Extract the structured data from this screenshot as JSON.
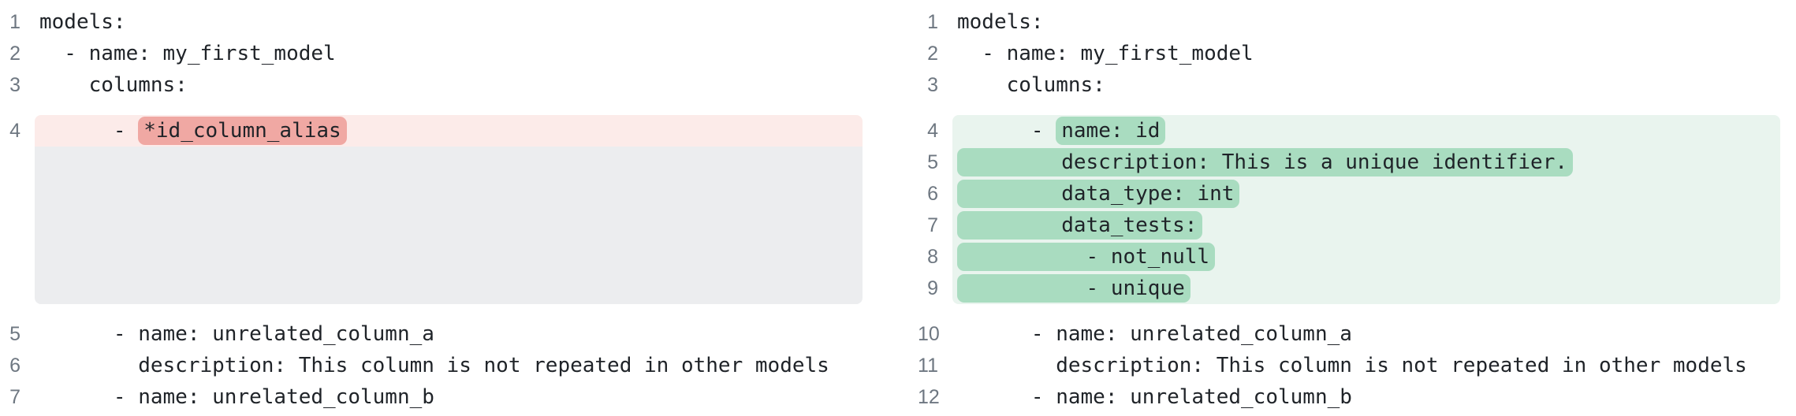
{
  "colors": {
    "background": "#ffffff",
    "text": "#1f2328",
    "line_number": "#6e7781",
    "removed_line_bg": "#fcebe9",
    "removed_token_bg": "#f0a8a3",
    "added_line_bg": "#e9f4ee",
    "added_token_bg": "#a9dcc0",
    "spacer_bg": "#ecedef"
  },
  "diff": {
    "before": {
      "lines": [
        {
          "num": "1",
          "kind": "context",
          "segments": [
            {
              "text": "models:",
              "changed": false
            }
          ]
        },
        {
          "num": "2",
          "kind": "context",
          "segments": [
            {
              "text": "  - name: my_first_model",
              "changed": false
            }
          ]
        },
        {
          "num": "3",
          "kind": "context",
          "segments": [
            {
              "text": "    columns:",
              "changed": false
            }
          ]
        },
        {
          "num": "4",
          "kind": "removed",
          "segments": [
            {
              "text": "      - ",
              "changed": false
            },
            {
              "text": "*id_column_alias",
              "changed": true
            }
          ]
        },
        {
          "num": "",
          "kind": "spacer",
          "segments": []
        },
        {
          "num": "5",
          "kind": "context",
          "segments": [
            {
              "text": "      - name: unrelated_column_a",
              "changed": false
            }
          ]
        },
        {
          "num": "6",
          "kind": "context",
          "segments": [
            {
              "text": "        description: This column is not repeated in other models",
              "changed": false
            }
          ]
        },
        {
          "num": "7",
          "kind": "context",
          "segments": [
            {
              "text": "      - name: unrelated_column_b",
              "changed": false
            }
          ]
        }
      ]
    },
    "after": {
      "lines": [
        {
          "num": "1",
          "kind": "context",
          "segments": [
            {
              "text": "models:",
              "changed": false
            }
          ]
        },
        {
          "num": "2",
          "kind": "context",
          "segments": [
            {
              "text": "  - name: my_first_model",
              "changed": false
            }
          ]
        },
        {
          "num": "3",
          "kind": "context",
          "segments": [
            {
              "text": "    columns:",
              "changed": false
            }
          ]
        },
        {
          "num": "4",
          "kind": "added",
          "segments": [
            {
              "text": "      - ",
              "changed": false
            },
            {
              "text": "name: id",
              "changed": true
            }
          ]
        },
        {
          "num": "5",
          "kind": "added",
          "segments": [
            {
              "text": "        description: This is a unique identifier.",
              "changed": true
            }
          ]
        },
        {
          "num": "6",
          "kind": "added",
          "segments": [
            {
              "text": "        data_type: int",
              "changed": true
            }
          ]
        },
        {
          "num": "7",
          "kind": "added",
          "segments": [
            {
              "text": "        data_tests:",
              "changed": true
            }
          ]
        },
        {
          "num": "8",
          "kind": "added",
          "segments": [
            {
              "text": "          - not_null",
              "changed": true
            }
          ]
        },
        {
          "num": "9",
          "kind": "added",
          "segments": [
            {
              "text": "          - unique",
              "changed": true
            }
          ]
        },
        {
          "num": "10",
          "kind": "context",
          "segments": [
            {
              "text": "      - name: unrelated_column_a",
              "changed": false
            }
          ]
        },
        {
          "num": "11",
          "kind": "context",
          "segments": [
            {
              "text": "        description: This column is not repeated in other models",
              "changed": false
            }
          ]
        },
        {
          "num": "12",
          "kind": "context",
          "segments": [
            {
              "text": "      - name: unrelated_column_b",
              "changed": false
            }
          ]
        }
      ]
    }
  }
}
